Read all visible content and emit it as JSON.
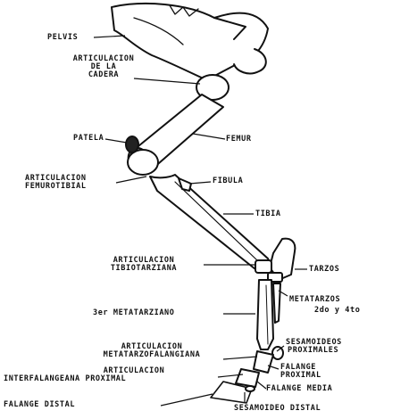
{
  "diagram": {
    "labels": {
      "pelvis": "PELVIS",
      "cadera_1": "ARTICULACION",
      "cadera_2": "DE LA",
      "cadera_3": "CADERA",
      "patela": "PATELA",
      "femur": "FEMUR",
      "femorotibial_1": "ARTICULACION",
      "femorotibial_2": "FEMUROTIBIAL",
      "fibula": "FIBULA",
      "tibia": "TIBIA",
      "tibiotarsiana_1": "ARTICULACION",
      "tibiotarsiana_2": "TIBIOTARZIANA",
      "tarzos": "TARZOS",
      "metatarzos_1": "METATARZOS",
      "metatarzos_2": "2do y 4to",
      "metatarziano_3": "3er METATARZIANO",
      "metatarzofalangiana_1": "ARTICULACION",
      "metatarzofalangiana_2": "METATARZOFALANGIANA",
      "sesamoideos_1": "SESAMOIDEOS",
      "sesamoideos_2": "PROXIMALES",
      "interfalangeana_1": "ARTICULACION",
      "interfalangeana_2": "INTERFALANGEANA PROXIMAL",
      "falange_proximal_1": "FALANGE",
      "falange_proximal_2": "PROXIMAL",
      "falange_media": "FALANGE MEDIA",
      "falange_distal": "FALANGE DISTAL",
      "sesamoideo_distal": "SESAMOIDEO DISTAL"
    }
  }
}
